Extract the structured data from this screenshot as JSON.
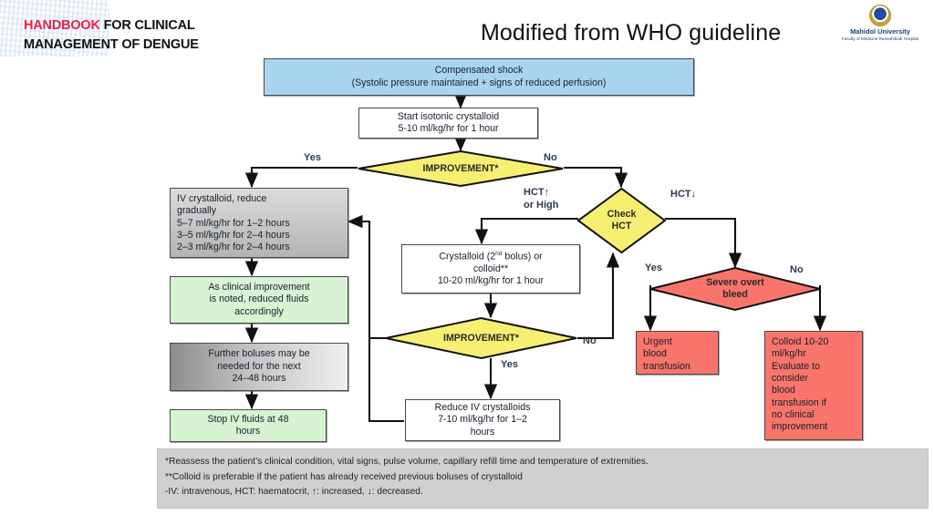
{
  "header": {
    "handbook_red": "HANDBOOK",
    "handbook_rest": " FOR CLINICAL",
    "handbook_line2": "MANAGEMENT OF DENGUE",
    "title": "Modified from WHO guideline",
    "logo_name": "Mahidol University",
    "logo_sub": "Faculty of Medicine Ramathibodi Hospital"
  },
  "nodes": {
    "compensated_shock_l1": "Compensated shock",
    "compensated_shock_l2": "(Systolic pressure maintained + signs of reduced perfusion)",
    "start_crystalloid_l1": "Start isotonic crystalloid",
    "start_crystalloid_l2": "5-10 ml/kg/hr for 1 hour",
    "improvement_1": "IMPROVEMENT*",
    "iv_reduce_l1": "IV crystalloid, reduce",
    "iv_reduce_l2": "gradually",
    "iv_reduce_l3": "5–7 ml/kg/hr for 1–2 hours",
    "iv_reduce_l4": "3–5 ml/kg/hr for 2–4 hours",
    "iv_reduce_l5": "2–3 ml/kg/hr for 2–4 hours",
    "clinical_improvement_l1": "As clinical improvement",
    "clinical_improvement_l2": "is noted, reduced fluids",
    "clinical_improvement_l3": "accordingly",
    "further_boluses_l1": "Further boluses may be",
    "further_boluses_l2": "needed for the next",
    "further_boluses_l3": "24–48 hours",
    "stop_fluids_l1": "Stop IV fluids at 48",
    "stop_fluids_l2": "hours",
    "check_hct_l1": "Check",
    "check_hct_l2": "HCT",
    "crystalloid_bolus_pre": "Crystalloid (2",
    "crystalloid_bolus_sup": "nd",
    "crystalloid_bolus_post": " bolus) or",
    "crystalloid_bolus_l2": "colloid**",
    "crystalloid_bolus_l3": "10-20 ml/kg/hr for 1 hour",
    "improvement_2": "IMPROVEMENT*",
    "reduce_iv_l1": "Reduce IV crystalloids",
    "reduce_iv_l2": "7-10 ml/kg/hr for 1–2",
    "reduce_iv_l3": "hours",
    "severe_bleed_l1": "Severe overt",
    "severe_bleed_l2": "bleed",
    "urgent_transfusion_l1": "Urgent",
    "urgent_transfusion_l2": "blood",
    "urgent_transfusion_l3": "transfusion",
    "colloid_box_l1": "Colloid 10-20",
    "colloid_box_l2": "ml/kg/hr",
    "colloid_box_l3": "Evaluate to",
    "colloid_box_l4": "consider",
    "colloid_box_l5": "blood",
    "colloid_box_l6": "transfusion if",
    "colloid_box_l7": "no clinical",
    "colloid_box_l8": "improvement"
  },
  "edge_labels": {
    "yes_top": "Yes",
    "no_top": "No",
    "hct_up": "HCT↑",
    "hct_up_or_high": "or High",
    "hct_down": "HCT↓",
    "yes_bleed": "Yes",
    "no_bleed": "No",
    "no_improve2": "No",
    "yes_improve2": "Yes"
  },
  "footnote": {
    "line1": "*Reassess the patient’s clinical condition, vital signs, pulse volume, capillary refill time and temperature of extremities.",
    "line2": "**Colloid is preferable if the patient has already received previous boluses of crystalloid",
    "line3": "-IV: intravenous, HCT: haematocrit, ↑: increased, ↓: decreased."
  },
  "colors": {
    "accent_red": "#e8204d",
    "node_blue": "#a8d4f0",
    "node_green": "#d8f3d3",
    "node_red": "#f9756b",
    "node_yellow": "#f7ef72",
    "footnote_bg": "#d0d0d0"
  }
}
